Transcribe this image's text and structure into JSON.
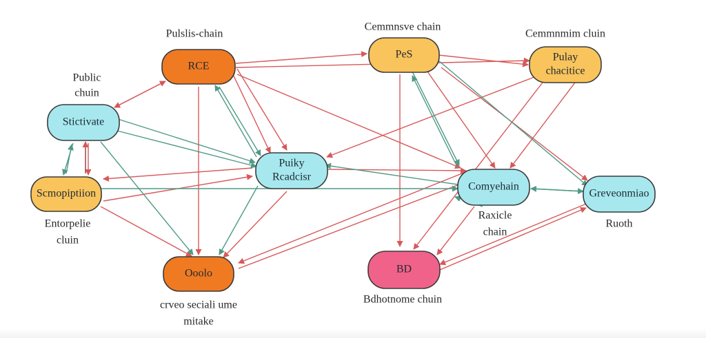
{
  "colors": {
    "orange": "#f07a22",
    "yellow": "#f9c45c",
    "cyan": "#a7e8ef",
    "pink": "#f1628a",
    "edge_red": "#d8585a",
    "edge_teal": "#4f9a86"
  },
  "nodes": {
    "rca": {
      "lines": [
        "RCE"
      ],
      "color": "orange",
      "caption": [
        "Pulslis-chain"
      ]
    },
    "pes": {
      "lines": [
        "PeS"
      ],
      "color": "yellow",
      "caption": [
        "Cemmnsve chain"
      ]
    },
    "policy": {
      "lines": [
        "Pulay",
        "chacitice"
      ],
      "color": "yellow",
      "caption": [
        "Cemmnmim cluin"
      ]
    },
    "stictivate": {
      "lines": [
        "Stictivate"
      ],
      "color": "cyan",
      "caption": [
        "Public",
        "chuin"
      ]
    },
    "center": {
      "lines": [
        "Puiky",
        "Rcadcisr"
      ],
      "color": "cyan",
      "caption": []
    },
    "comyehain": {
      "lines": [
        "Comyehain"
      ],
      "color": "cyan",
      "caption": [
        "Raxicle",
        "chain"
      ]
    },
    "grecen": {
      "lines": [
        "Greveonmiao"
      ],
      "color": "cyan",
      "caption": [
        "Ruoth"
      ]
    },
    "scmopt": {
      "lines": [
        "Scmopiptiion"
      ],
      "color": "yellow",
      "caption": [
        "Entorpelie",
        "cluin"
      ]
    },
    "ooolo": {
      "lines": [
        "Ooolo"
      ],
      "color": "orange",
      "caption": [
        "crveo seciali ume",
        "mitake"
      ]
    },
    "bd": {
      "lines": [
        "BD"
      ],
      "color": "pink",
      "caption": [
        "Bdhotnome chuin"
      ]
    }
  }
}
